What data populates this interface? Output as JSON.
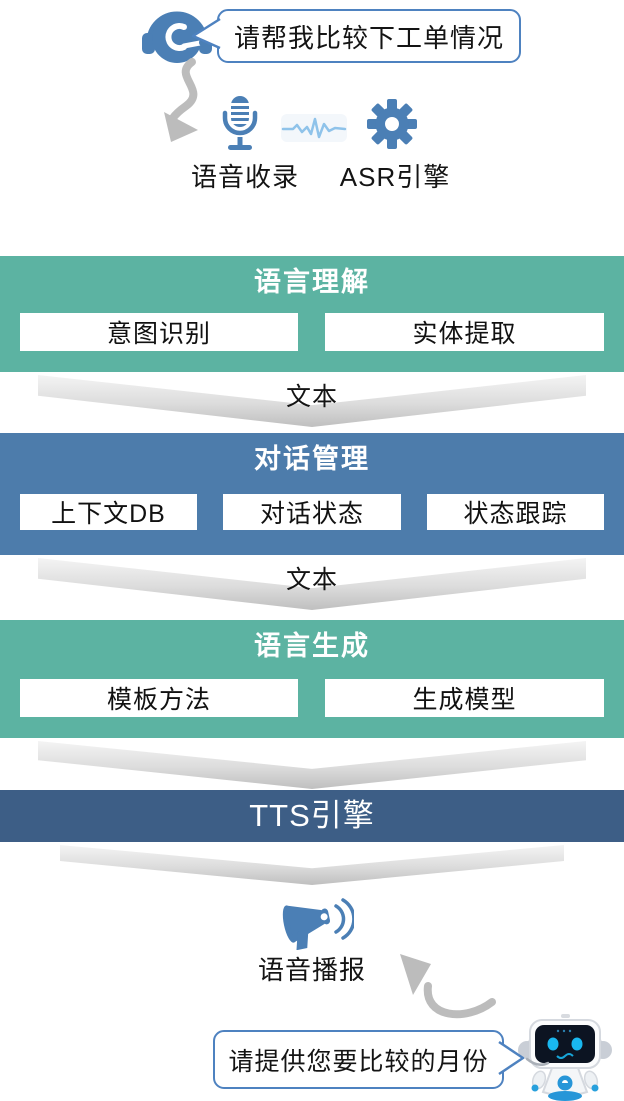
{
  "palette": {
    "teal": "#5CB3A2",
    "blue_block": "#4D7CAB",
    "dark_blue": "#3D5E86",
    "icon_blue": "#4B7FB5",
    "bubble_border": "#4E82C0",
    "arrow_gray": "#BCBCBC",
    "wave_blue": "#8FC3EA"
  },
  "user": {
    "bubble_text": "请帮我比较下工单情况"
  },
  "capture": {
    "record_label": "语音收录",
    "asr_label": "ASR引擎"
  },
  "nlu": {
    "title": "语言理解",
    "items": [
      "意图识别",
      "实体提取"
    ],
    "arrow_label": "文本"
  },
  "dm": {
    "title": "对话管理",
    "items": [
      "上下文DB",
      "对话状态",
      "状态跟踪"
    ],
    "arrow_label": "文本"
  },
  "nlg": {
    "title": "语言生成",
    "items": [
      "模板方法",
      "生成模型"
    ]
  },
  "tts": {
    "title": "TTS引擎"
  },
  "output": {
    "broadcast_label": "语音播报"
  },
  "bot": {
    "bubble_text": "请提供您要比较的月份"
  }
}
